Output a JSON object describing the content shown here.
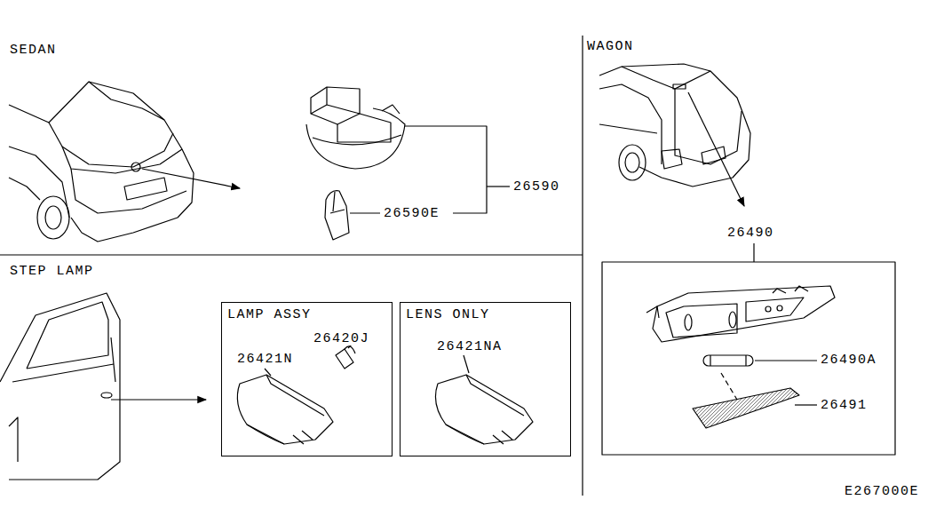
{
  "diagram": {
    "nodes": [
      {
        "text": [
          "LAMP ASSY"
        ]
      },
      {
        "text": [
          "LENS ONLY"
        ]
      }
    ],
    "labels": [
      "SEDAN",
      "26590",
      "26590E",
      "STEP LAMP",
      "26421N",
      "26420J",
      "26421NA",
      "WAGON",
      "26490",
      "26490A",
      "26491",
      "E267000E"
    ]
  }
}
